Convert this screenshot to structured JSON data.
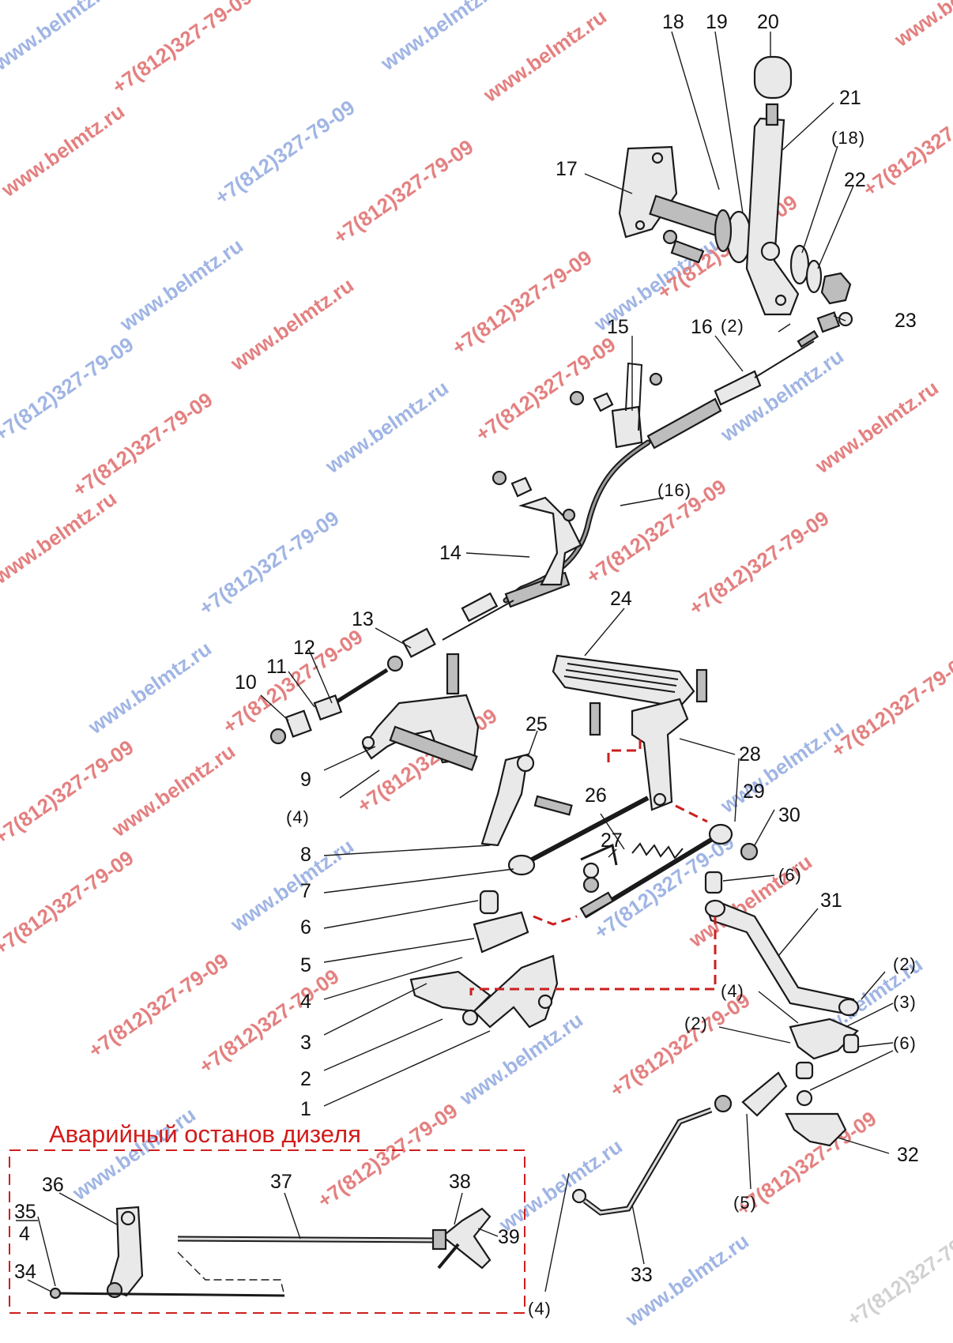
{
  "title": "Аварийный останов дизеля",
  "labels": {
    "n1": "1",
    "n2": "2",
    "n3": "3",
    "n4": "4",
    "n5": "5",
    "n6": "6",
    "n7": "7",
    "n8": "8",
    "n9": "9",
    "n10": "10",
    "n11": "11",
    "n12": "12",
    "n13": "13",
    "n14": "14",
    "n15": "15",
    "n16": "16",
    "n17": "17",
    "n18": "18",
    "n19": "19",
    "n20": "20",
    "n21": "21",
    "n22": "22",
    "n23": "23",
    "n24": "24",
    "n25": "25",
    "n26": "26",
    "n27": "27",
    "n28": "28",
    "n29": "29",
    "n30": "30",
    "n31": "31",
    "n32": "32",
    "n33": "33",
    "n34": "34",
    "n35": "35",
    "n36": "36",
    "n37": "37",
    "n38": "38",
    "n39": "39",
    "n35_den": "4",
    "r18": "(18)",
    "r2a": "(2)",
    "r16": "(16)",
    "r4a": "(4)",
    "r6a": "(6)",
    "r2b": "(2)",
    "r4b": "(4)",
    "r3": "(3)",
    "r2c": "(2)",
    "r6b": "(6)",
    "r5": "(5)",
    "r4c": "(4)"
  },
  "watermarks": {
    "site": "www.belmtz.ru",
    "phone": "+7(812)327-79-09"
  },
  "colors": {
    "accent_red": "#cc1f1f",
    "watermark_red": "#e06a6a",
    "watermark_blue": "#8fa8e0",
    "watermark_grey": "#c9c9c9"
  }
}
